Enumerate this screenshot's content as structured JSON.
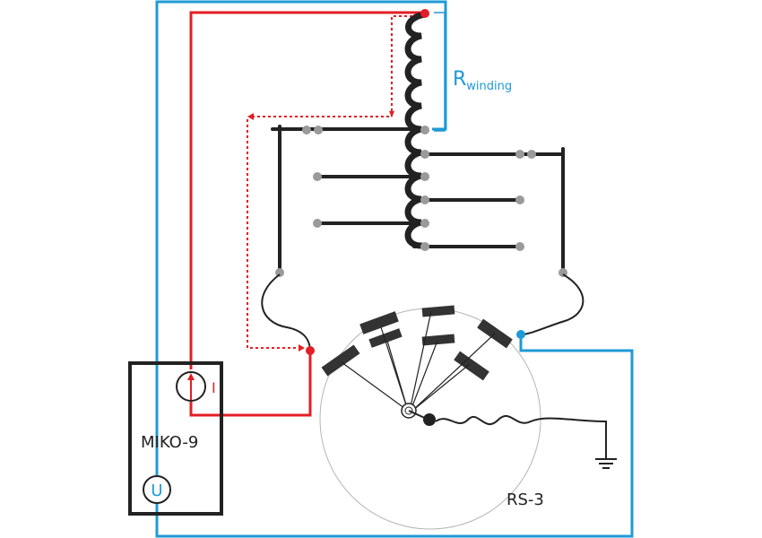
{
  "labels": {
    "r_main": "R",
    "r_sub": "winding",
    "device": "MIKO-9",
    "current_symbol": "I",
    "voltage_symbol": "U",
    "switch": "RS-3"
  },
  "colors": {
    "current_circuit": "#e31e24",
    "voltage_circuit": "#1e9ad6",
    "winding": "#222222",
    "tap_point": "#9a9a9a",
    "selector_outline": "#b5b5b5"
  },
  "icons": {
    "current_source": "current-source-icon",
    "voltage_meter": "voltmeter-icon",
    "ground": "ground-icon"
  }
}
